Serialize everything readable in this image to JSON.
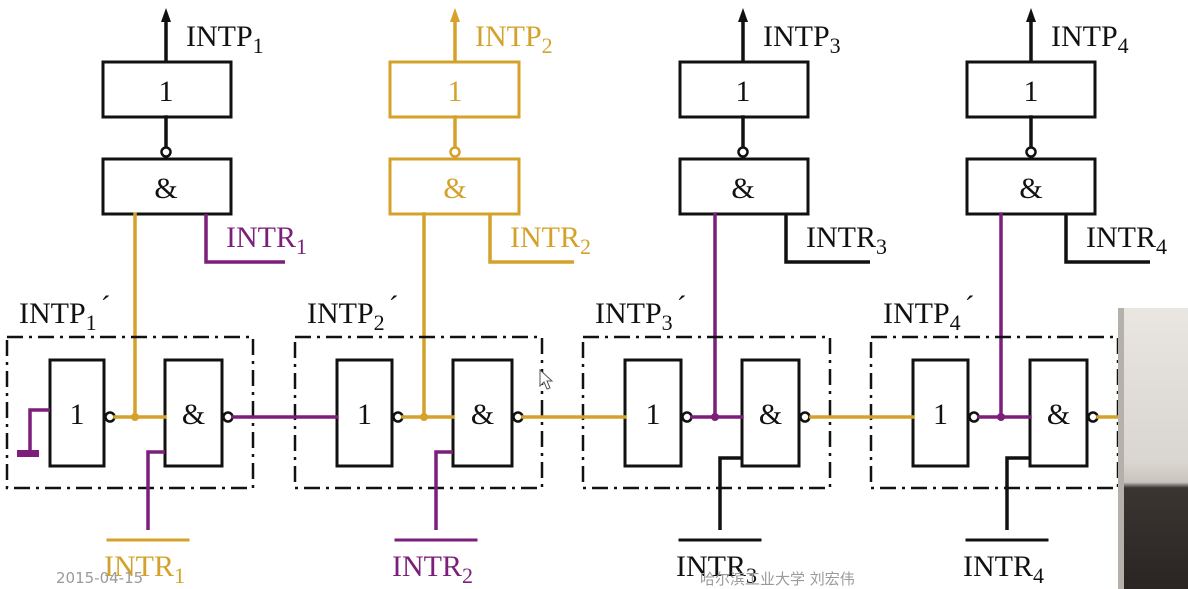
{
  "colors": {
    "black": "#111111",
    "gold": "#D4A22B",
    "purple": "#7B1F7A",
    "footer": "#9a9a9a"
  },
  "outputs": [
    {
      "base": "INTP",
      "sub": "1",
      "color": "black"
    },
    {
      "base": "INTP",
      "sub": "2",
      "color": "gold"
    },
    {
      "base": "INTP",
      "sub": "3",
      "color": "black"
    },
    {
      "base": "INTP",
      "sub": "4",
      "color": "black"
    }
  ],
  "buffer_gate_symbol": "1",
  "and_gate_symbol": "&",
  "intr_labels": [
    {
      "base": "INTR",
      "sub": "1",
      "color": "purple"
    },
    {
      "base": "INTR",
      "sub": "2",
      "color": "gold"
    },
    {
      "base": "INTR",
      "sub": "3",
      "color": "black"
    },
    {
      "base": "INTR",
      "sub": "4",
      "color": "black"
    }
  ],
  "chain_labels": [
    {
      "base": "INTP",
      "sub": "1",
      "prime": "´"
    },
    {
      "base": "INTP",
      "sub": "2",
      "prime": "´"
    },
    {
      "base": "INTP",
      "sub": "3",
      "prime": "´"
    },
    {
      "base": "INTP",
      "sub": "4",
      "prime": "´"
    }
  ],
  "bottom_intr_labels": [
    {
      "base": "INTR",
      "sub": "1",
      "color": "gold"
    },
    {
      "base": "INTR",
      "sub": "2",
      "color": "purple"
    },
    {
      "base": "INTR",
      "sub": "3",
      "color": "black"
    },
    {
      "base": "INTR",
      "sub": "4",
      "color": "black"
    }
  ],
  "footer": {
    "date": "2015-04-15",
    "institution": "哈尔滨工业大学  刘宏伟"
  }
}
